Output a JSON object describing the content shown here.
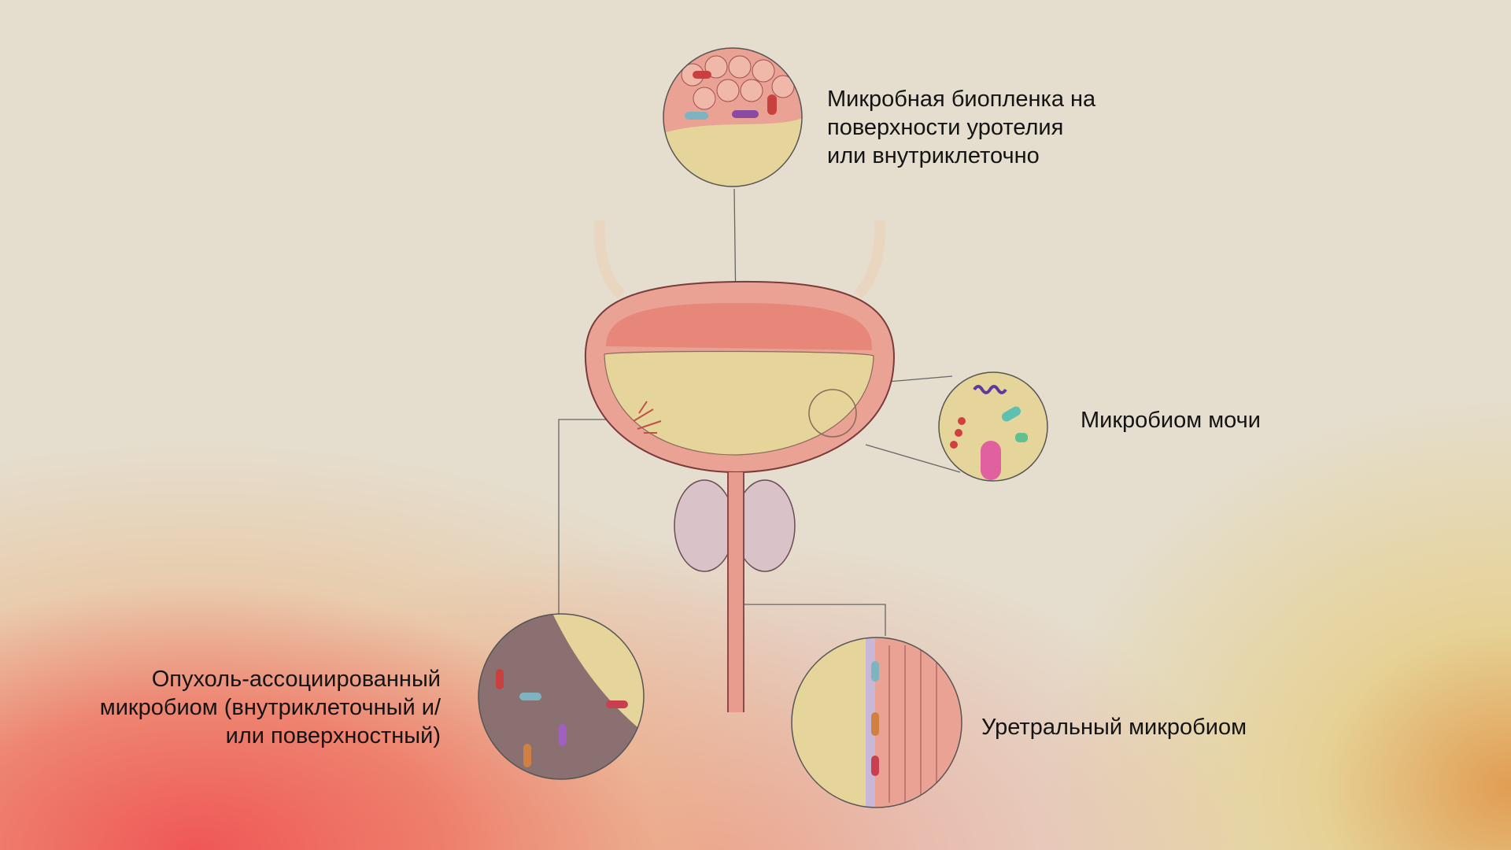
{
  "labels": {
    "biofilm": [
      "Микробная биопленка на",
      "поверхности уротелия",
      "или внутриклеточно"
    ],
    "urine": [
      "Микробиом мочи"
    ],
    "tumor": [
      "Опухоль-ассоциированный",
      "микробиом (внутриклеточный и/",
      "или поверхностный)"
    ],
    "urethra": [
      "Уретральный микробиом"
    ]
  },
  "colors": {
    "background": "#e5dece",
    "bladder_wall": "#e9a294",
    "urine": "#e6d59a",
    "prostate": "#d9c3c8",
    "line": "#555555"
  }
}
